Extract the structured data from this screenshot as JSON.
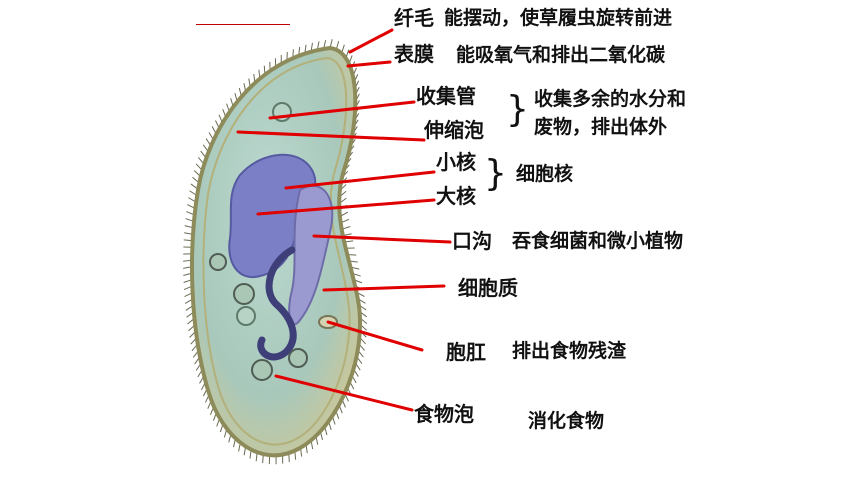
{
  "colors": {
    "pointer": "#e00000",
    "cytoplasm": "#a9ccbf",
    "macronucleus": "#7b7fc6",
    "membrane": "#8d8b5a"
  },
  "labels": {
    "cilia": "纤毛",
    "cilia_fn": "能摆动，使草履虫旋转前进",
    "membrane": "表膜",
    "membrane_fn": "能吸氧气和排出二氧化碳",
    "collecting_canal": "收集管",
    "contractile_vacuole": "伸缩泡",
    "vacuole_fn_1": "收集多余的水分和",
    "vacuole_fn_2": "废物，排出体外",
    "micronucleus": "小核",
    "macronucleus": "大核",
    "nucleus_fn": "细胞核",
    "oral_groove": "口沟",
    "oral_fn": "吞食细菌和微小植物",
    "cytoplasm": "细胞质",
    "anal_pore": "胞肛",
    "anal_fn": "排出食物残渣",
    "food_vacuole": "食物泡",
    "food_fn": "消化食物"
  }
}
